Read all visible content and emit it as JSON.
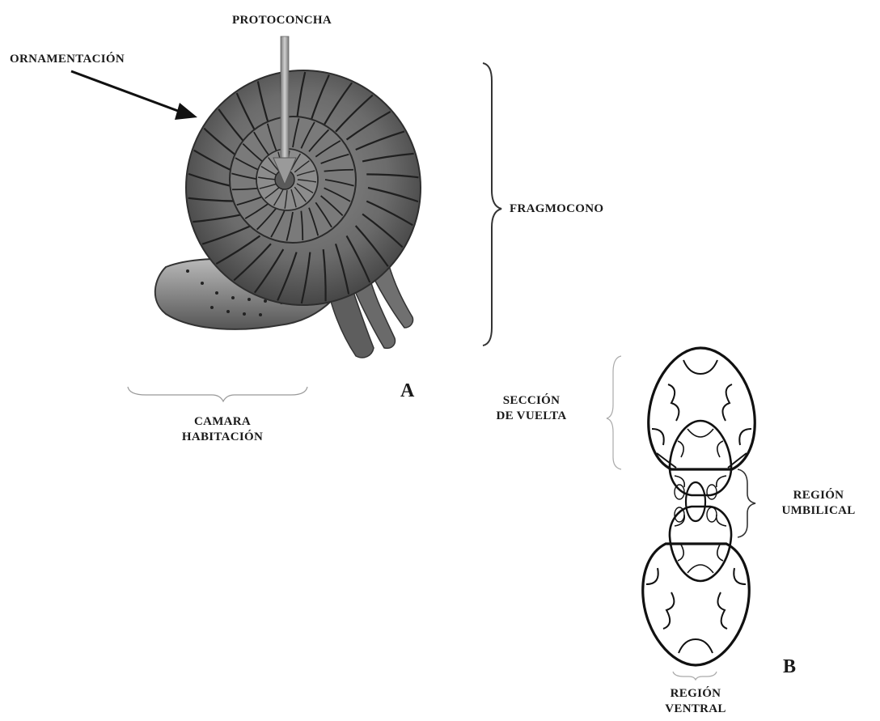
{
  "labels": {
    "protoconcha": "PROTOCONCHA",
    "ornamentacion": "ORNAMENTACIÓN",
    "fragmocono": "FRAGMOCONO",
    "camara_line1": "CAMARA",
    "camara_line2": "HABITACIÓN",
    "panel_a": "A",
    "seccion_line1": "SECCIÓN",
    "seccion_line2": "DE VUELTA",
    "umbilical_line1": "REGIÓN",
    "umbilical_line2": "UMBILICAL",
    "panel_b": "B",
    "ventral_line1": "REGIÓN",
    "ventral_line2": "VENTRAL"
  }
}
